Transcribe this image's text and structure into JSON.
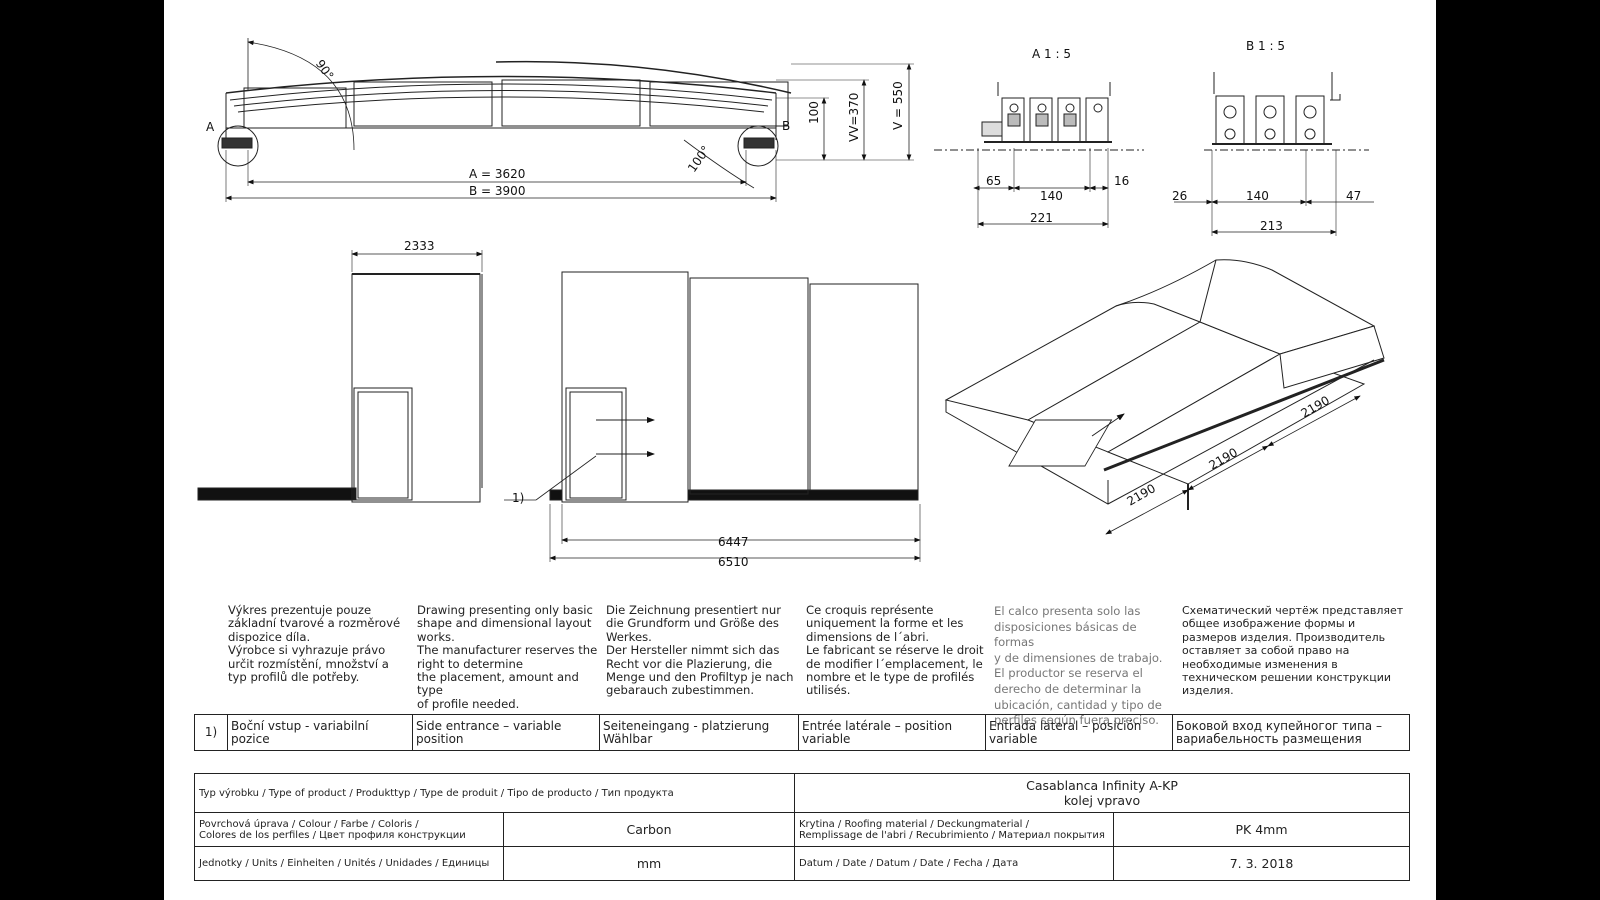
{
  "drawing": {
    "top_view": {
      "angle_open": "90°",
      "angle_swing": "100°",
      "label_a": "A",
      "label_b": "B",
      "dim_a": "A = 3620",
      "dim_b": "B = 3900",
      "dim_100": "100",
      "dim_vv": "VV=370",
      "dim_v": "V = 550"
    },
    "detail_a": {
      "title": "A 1 : 5",
      "dim_65": "65",
      "dim_140": "140",
      "dim_16": "16",
      "dim_221": "221"
    },
    "detail_b": {
      "title": "B 1 : 5",
      "dim_26": "26",
      "dim_140": "140",
      "dim_47": "47",
      "dim_213": "213"
    },
    "front_view": {
      "dim_width": "2333"
    },
    "side_view": {
      "callout": "1)",
      "dim_6447": "6447",
      "dim_6510": "6510"
    },
    "iso_view": {
      "dim_1": "2190",
      "dim_2": "2190",
      "dim_3": "2190"
    }
  },
  "notes": {
    "cs": [
      "Výkres prezentuje pouze",
      "základní tvarové a rozměrové",
      "dispozice díla.",
      "Výrobce si vyhrazuje právo",
      "určit rozmístění, množství a",
      "typ profilů dle potřeby."
    ],
    "en": [
      "Drawing presenting only basic",
      "shape and dimensional layout",
      "works.",
      "The manufacturer reserves the",
      "right to determine",
      "the placement, amount and type",
      "of profile needed."
    ],
    "de": [
      "Die Zeichnung presentiert nur",
      "die Grundform und Größe des",
      "Werkes.",
      "Der Hersteller nimmt sich das",
      "Recht vor die Plazierung, die",
      "Menge und den Profiltyp je nach",
      "gebarauch zubestimmen."
    ],
    "fr": [
      "Ce croquis représente",
      "uniquement la forme et les",
      "dimensions de l´abri.",
      "Le fabricant se réserve le droit",
      "de modifier l´emplacement, le",
      "nombre et le type de profilés",
      "utilisés."
    ],
    "es": [
      "El calco presenta solo las",
      "disposiciones básicas de formas",
      "y de dimensiones de trabajo.",
      "El productor se reserva el",
      "derecho de determinar la",
      "ubicación, cantidad y tipo de",
      "perfiles según fuera preciso."
    ],
    "ru": [
      "Схематический чертёж представляет",
      "общее изображение формы и",
      "размеров изделия. Производитель",
      "оставляет за собой право на",
      "необходимые изменения в",
      "техническом решении конструкции",
      "изделия."
    ]
  },
  "reference_row": {
    "num": "1)",
    "cs": "Boční vstup - variabilní pozice",
    "en": "Side entrance – variable position",
    "de": "Seiteneingang - platzierung Wählbar",
    "fr": "Entrée latérale – position variable",
    "es": "Entrada lateral – posición variable",
    "ru": "Боковой вход купейногог типа – вариабельность размещения"
  },
  "title_block": {
    "product_type_label": "Typ výrobku / Type of product / Produkttyp / Type de produit / Tipo de producto / Тип продукта",
    "product_name_line1": "Casablanca Infinity A-KP",
    "product_name_line2": "kolej vpravo",
    "colour_label_line1": "Povrchová úprava / Colour / Farbe / Coloris /",
    "colour_label_line2": "Colores de los perfiles / Цвет профиля конструкции",
    "colour_value": "Carbon",
    "roofing_label_line1": "Krytina / Roofing material / Deckungmaterial /",
    "roofing_label_line2": "Remplissage de l'abri / Recubrimiento / Материал покрытия",
    "roofing_value": "PK 4mm",
    "units_label": "Jednotky / Units / Einheiten / Unités / Unidades / Единицы",
    "units_value": "mm",
    "date_label": "Datum / Date / Datum / Date / Fecha / Дата",
    "date_value": "7. 3. 2018"
  }
}
